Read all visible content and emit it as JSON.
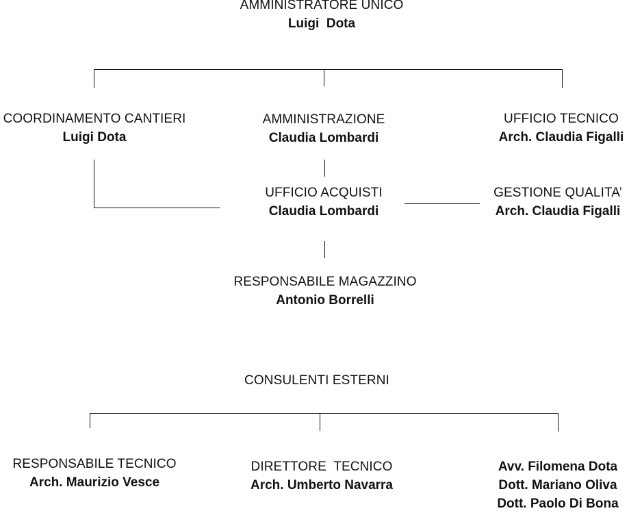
{
  "top": {
    "role": "AMMINISTRATORE UNICO",
    "name": "Luigi  Dota"
  },
  "coordinamento": {
    "role": "COORDINAMENTO CANTIERI",
    "name": "Luigi Dota"
  },
  "amministrazione": {
    "role": "AMMINISTRAZIONE",
    "name": "Claudia Lombardi"
  },
  "ufficio_tecnico": {
    "role": "UFFICIO TECNICO",
    "name": "Arch. Claudia Figalli"
  },
  "ufficio_acquisti": {
    "role": "UFFICIO ACQUISTI",
    "name": "Claudia Lombardi"
  },
  "gestione_qualita": {
    "role": "GESTIONE QUALITA’",
    "name": "Arch. Claudia Figalli"
  },
  "magazzino": {
    "role": "RESPONSABILE MAGAZZINO",
    "name": "Antonio Borrelli"
  },
  "consulenti": {
    "title": "CONSULENTI ESTERNI"
  },
  "resp_tecnico": {
    "role": "RESPONSABILE TECNICO",
    "name": "Arch. Maurizio Vesce"
  },
  "direttore_tecnico": {
    "role": "DIRETTORE  TECNICO",
    "name": "Arch. Umberto Navarra"
  },
  "legali": {
    "names": [
      "Avv. Filomena Dota",
      "Dott. Mariano Oliva",
      "Dott. Paolo Di Bona"
    ]
  }
}
